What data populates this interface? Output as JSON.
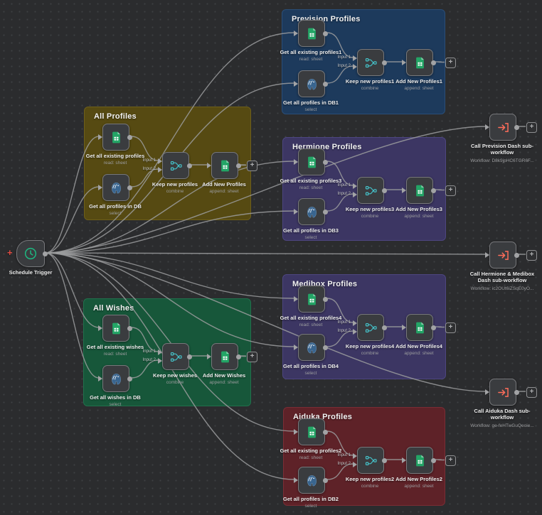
{
  "ui": {
    "plus_glyph": "+",
    "trigger_marker_glyph": "+"
  },
  "trigger": {
    "label": "Schedule Trigger"
  },
  "merge_inputs": {
    "input1": "Input 1",
    "input2": "Input 2"
  },
  "colors": {
    "canvas_bg": "#2b2c2e",
    "wire": "#9b9c9e",
    "node_bg": "#3a3c3f",
    "node_border": "#77787b",
    "sheets_green": "#23a566",
    "postgres_blue": "#39658f",
    "merge_teal": "#45c6cd",
    "trigger_green": "#1db981",
    "subflow_coral": "#ff6d5a"
  },
  "groups": [
    {
      "title": "Prevision Profiles",
      "fill": "#1d3a5c",
      "border": "#2a4e78",
      "nodes": [
        {
          "label": "Get all existing profiles1",
          "sub": "read: sheet",
          "icon": "google-sheets"
        },
        {
          "label": "Get all profiles in DB1",
          "sub": "select",
          "icon": "postgres"
        },
        {
          "label": "Keep new profiles1",
          "sub": "combine",
          "icon": "merge"
        },
        {
          "label": "Add New Profiles1",
          "sub": "append: sheet",
          "icon": "google-sheets"
        }
      ]
    },
    {
      "title": "All Profiles",
      "fill": "#564a12",
      "border": "#6e5f1a",
      "nodes": [
        {
          "label": "Get all existing profiles",
          "sub": "read: sheet",
          "icon": "google-sheets"
        },
        {
          "label": "Get all profiles in DB",
          "sub": "select",
          "icon": "postgres"
        },
        {
          "label": "Keep new profiles",
          "sub": "combine",
          "icon": "merge"
        },
        {
          "label": "Add New Profiles",
          "sub": "append: sheet",
          "icon": "google-sheets"
        }
      ]
    },
    {
      "title": "Hermione Profiles",
      "fill": "#3c3663",
      "border": "#4d4680",
      "nodes": [
        {
          "label": "Get all existing profiles3",
          "sub": "read: sheet",
          "icon": "google-sheets"
        },
        {
          "label": "Get all profiles in DB3",
          "sub": "select",
          "icon": "postgres"
        },
        {
          "label": "Keep new profiles3",
          "sub": "combine",
          "icon": "merge"
        },
        {
          "label": "Add New Profiles3",
          "sub": "append: sheet",
          "icon": "google-sheets"
        }
      ]
    },
    {
      "title": "Medibox Profiles",
      "fill": "#3c3663",
      "border": "#4d4680",
      "nodes": [
        {
          "label": "Get all existing profiles4",
          "sub": "read: sheet",
          "icon": "google-sheets"
        },
        {
          "label": "Get all profiles in DB4",
          "sub": "select",
          "icon": "postgres"
        },
        {
          "label": "Keep new profiles4",
          "sub": "combine",
          "icon": "merge"
        },
        {
          "label": "Add New Profiles4",
          "sub": "append: sheet",
          "icon": "google-sheets"
        }
      ]
    },
    {
      "title": "All Wishes",
      "fill": "#17573a",
      "border": "#20714c",
      "nodes": [
        {
          "label": "Get all existing wishes",
          "sub": "read: sheet",
          "icon": "google-sheets"
        },
        {
          "label": "Get all wishes in DB",
          "sub": "select",
          "icon": "postgres"
        },
        {
          "label": "Keep new wishes",
          "sub": "combine",
          "icon": "merge"
        },
        {
          "label": "Add New Wishes",
          "sub": "append: sheet",
          "icon": "google-sheets"
        }
      ]
    },
    {
      "title": "Aiduka Profiles",
      "fill": "#5e2228",
      "border": "#7a2d35",
      "nodes": [
        {
          "label": "Get all existing profiles2",
          "sub": "read: sheet",
          "icon": "google-sheets"
        },
        {
          "label": "Get all profiles in DB2",
          "sub": "select",
          "icon": "postgres"
        },
        {
          "label": "Keep new profiles2",
          "sub": "combine",
          "icon": "merge"
        },
        {
          "label": "Add New Profiles2",
          "sub": "append: sheet",
          "icon": "google-sheets"
        }
      ]
    }
  ],
  "subworkflows": [
    {
      "label": "Call Prevision Dash sub-workflow",
      "sub": "Workflow: D8k9jpHC6TGR6F..."
    },
    {
      "label": "Call Hermione & Medibox Dash sub-workflow",
      "sub": "Workflow: ic2OUt6iZSqE0yO..."
    },
    {
      "label": "Call Aiduka Dash sub-workflow",
      "sub": "Workflow: ge-feHTwGuQeoie..."
    }
  ]
}
